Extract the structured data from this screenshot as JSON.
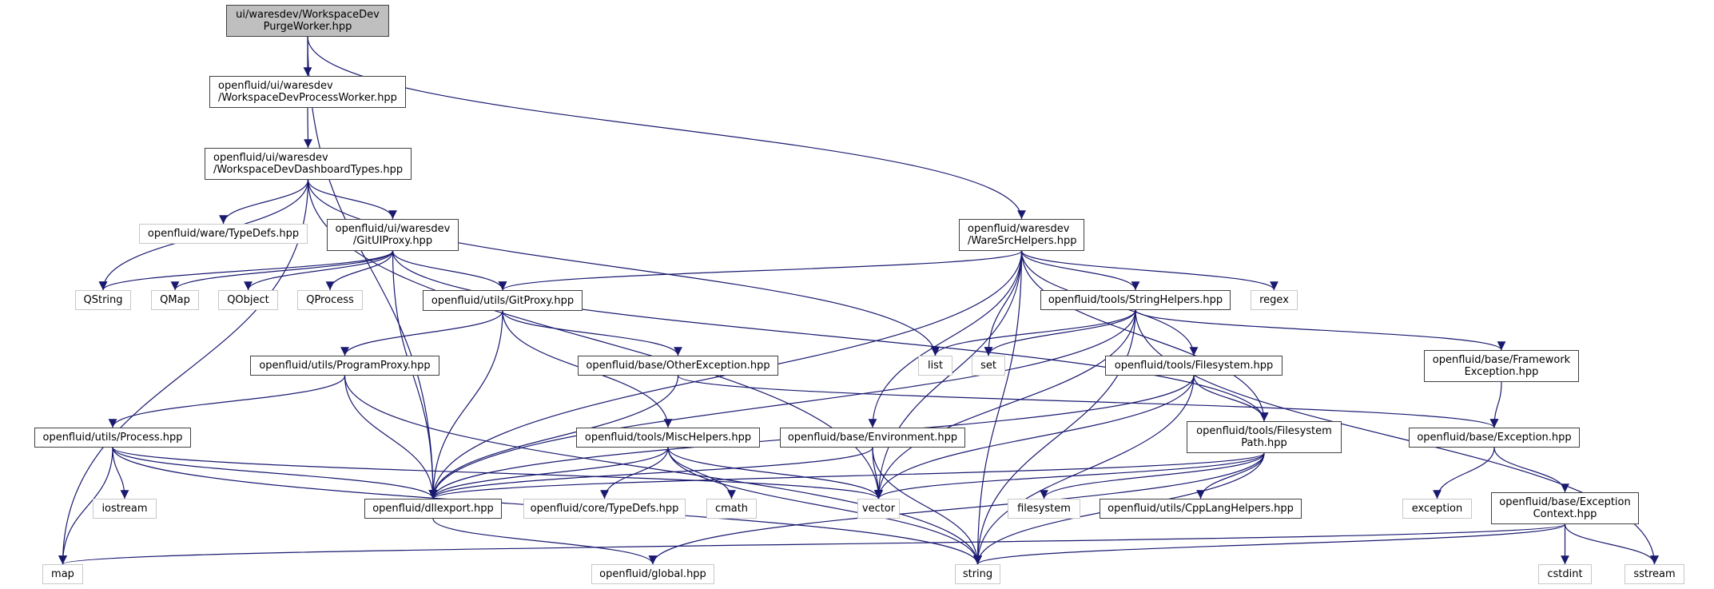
{
  "title": "Include dependency graph for ui/waresdev/WorkspaceDevPurgeWorker.hpp",
  "colors": {
    "edge": "#191970",
    "root_fill": "#bfbfbf",
    "doc_border": "#404040",
    "ext_border": "#c8c8c8"
  },
  "nodes": [
    {
      "id": "root",
      "label": "ui/waresdev/WorkspaceDev\nPurgeWorker.hpp",
      "kind": "root"
    },
    {
      "id": "processWorker",
      "label": "openfluid/ui/waresdev\n/WorkspaceDevProcessWorker.hpp",
      "kind": "doc"
    },
    {
      "id": "dashboardTypes",
      "label": "openfluid/ui/waresdev\n/WorkspaceDevDashboardTypes.hpp",
      "kind": "doc"
    },
    {
      "id": "wareTypeDefs",
      "label": "openfluid/ware/TypeDefs.hpp",
      "kind": "ext"
    },
    {
      "id": "gitUIProxy",
      "label": "openfluid/ui/waresdev\n/GitUIProxy.hpp",
      "kind": "doc"
    },
    {
      "id": "wareSrcHelpers",
      "label": "openfluid/waresdev\n/WareSrcHelpers.hpp",
      "kind": "doc"
    },
    {
      "id": "QString",
      "label": "QString",
      "kind": "ext"
    },
    {
      "id": "QMap",
      "label": "QMap",
      "kind": "ext"
    },
    {
      "id": "QObject",
      "label": "QObject",
      "kind": "ext"
    },
    {
      "id": "QProcess",
      "label": "QProcess",
      "kind": "ext"
    },
    {
      "id": "gitProxy",
      "label": "openfluid/utils/GitProxy.hpp",
      "kind": "doc"
    },
    {
      "id": "stringHelpers",
      "label": "openfluid/tools/StringHelpers.hpp",
      "kind": "doc"
    },
    {
      "id": "regex",
      "label": "regex",
      "kind": "ext"
    },
    {
      "id": "programProxy",
      "label": "openfluid/utils/ProgramProxy.hpp",
      "kind": "doc"
    },
    {
      "id": "otherException",
      "label": "openfluid/base/OtherException.hpp",
      "kind": "doc"
    },
    {
      "id": "list",
      "label": "list",
      "kind": "ext"
    },
    {
      "id": "set",
      "label": "set",
      "kind": "ext"
    },
    {
      "id": "filesystem",
      "label": "openfluid/tools/Filesystem.hpp",
      "kind": "doc"
    },
    {
      "id": "frameworkException",
      "label": "openfluid/base/Framework\nException.hpp",
      "kind": "doc"
    },
    {
      "id": "process",
      "label": "openfluid/utils/Process.hpp",
      "kind": "doc"
    },
    {
      "id": "miscHelpers",
      "label": "openfluid/tools/MiscHelpers.hpp",
      "kind": "doc"
    },
    {
      "id": "environment",
      "label": "openfluid/base/Environment.hpp",
      "kind": "doc"
    },
    {
      "id": "filesystemPath",
      "label": "openfluid/tools/Filesystem\nPath.hpp",
      "kind": "doc"
    },
    {
      "id": "exception",
      "label": "openfluid/base/Exception.hpp",
      "kind": "doc"
    },
    {
      "id": "iostream",
      "label": "iostream",
      "kind": "ext"
    },
    {
      "id": "dllexport",
      "label": "openfluid/dllexport.hpp",
      "kind": "doc"
    },
    {
      "id": "coreTypeDefs",
      "label": "openfluid/core/TypeDefs.hpp",
      "kind": "ext"
    },
    {
      "id": "cmath",
      "label": "cmath",
      "kind": "ext"
    },
    {
      "id": "vector",
      "label": "vector",
      "kind": "ext"
    },
    {
      "id": "filesystemStd",
      "label": "filesystem",
      "kind": "ext"
    },
    {
      "id": "cppLangHelpers",
      "label": "openfluid/utils/CppLangHelpers.hpp",
      "kind": "doc"
    },
    {
      "id": "exceptionStd",
      "label": "exception",
      "kind": "ext"
    },
    {
      "id": "exceptionContext",
      "label": "openfluid/base/Exception\nContext.hpp",
      "kind": "doc"
    },
    {
      "id": "map",
      "label": "map",
      "kind": "ext"
    },
    {
      "id": "global",
      "label": "openfluid/global.hpp",
      "kind": "ext"
    },
    {
      "id": "string",
      "label": "string",
      "kind": "ext"
    },
    {
      "id": "cstdint",
      "label": "cstdint",
      "kind": "ext"
    },
    {
      "id": "sstream",
      "label": "sstream",
      "kind": "ext"
    }
  ],
  "edges": [
    [
      "root",
      "processWorker"
    ],
    [
      "root",
      "dllexport"
    ],
    [
      "root",
      "wareSrcHelpers"
    ],
    [
      "processWorker",
      "dashboardTypes"
    ],
    [
      "dashboardTypes",
      "wareTypeDefs"
    ],
    [
      "dashboardTypes",
      "gitUIProxy"
    ],
    [
      "dashboardTypes",
      "QString"
    ],
    [
      "dashboardTypes",
      "map"
    ],
    [
      "dashboardTypes",
      "list"
    ],
    [
      "dashboardTypes",
      "vector"
    ],
    [
      "gitUIProxy",
      "QString"
    ],
    [
      "gitUIProxy",
      "QMap"
    ],
    [
      "gitUIProxy",
      "QObject"
    ],
    [
      "gitUIProxy",
      "QProcess"
    ],
    [
      "gitUIProxy",
      "gitProxy"
    ],
    [
      "gitUIProxy",
      "dllexport"
    ],
    [
      "gitUIProxy",
      "filesystemPath"
    ],
    [
      "wareSrcHelpers",
      "gitProxy"
    ],
    [
      "wareSrcHelpers",
      "dllexport"
    ],
    [
      "wareSrcHelpers",
      "stringHelpers"
    ],
    [
      "wareSrcHelpers",
      "regex"
    ],
    [
      "wareSrcHelpers",
      "set"
    ],
    [
      "wareSrcHelpers",
      "environment"
    ],
    [
      "wareSrcHelpers",
      "vector"
    ],
    [
      "wareSrcHelpers",
      "filesystem"
    ],
    [
      "wareSrcHelpers",
      "filesystemPath"
    ],
    [
      "wareSrcHelpers",
      "string"
    ],
    [
      "gitProxy",
      "programProxy"
    ],
    [
      "gitProxy",
      "otherException"
    ],
    [
      "gitProxy",
      "miscHelpers"
    ],
    [
      "gitProxy",
      "dllexport"
    ],
    [
      "stringHelpers",
      "list"
    ],
    [
      "stringHelpers",
      "set"
    ],
    [
      "stringHelpers",
      "frameworkException"
    ],
    [
      "stringHelpers",
      "vector"
    ],
    [
      "stringHelpers",
      "string"
    ],
    [
      "stringHelpers",
      "dllexport"
    ],
    [
      "stringHelpers",
      "sstream"
    ],
    [
      "programProxy",
      "process"
    ],
    [
      "programProxy",
      "dllexport"
    ],
    [
      "programProxy",
      "string"
    ],
    [
      "otherException",
      "exception"
    ],
    [
      "otherException",
      "dllexport"
    ],
    [
      "filesystem",
      "filesystemPath"
    ],
    [
      "filesystem",
      "dllexport"
    ],
    [
      "filesystem",
      "vector"
    ],
    [
      "filesystem",
      "string"
    ],
    [
      "frameworkException",
      "exception"
    ],
    [
      "process",
      "dllexport"
    ],
    [
      "process",
      "iostream"
    ],
    [
      "process",
      "map"
    ],
    [
      "process",
      "vector"
    ],
    [
      "process",
      "string"
    ],
    [
      "miscHelpers",
      "dllexport"
    ],
    [
      "miscHelpers",
      "coreTypeDefs"
    ],
    [
      "miscHelpers",
      "cmath"
    ],
    [
      "miscHelpers",
      "vector"
    ],
    [
      "miscHelpers",
      "string"
    ],
    [
      "environment",
      "dllexport"
    ],
    [
      "environment",
      "vector"
    ],
    [
      "environment",
      "string"
    ],
    [
      "filesystemPath",
      "dllexport"
    ],
    [
      "filesystemPath",
      "vector"
    ],
    [
      "filesystemPath",
      "filesystemStd"
    ],
    [
      "filesystemPath",
      "cppLangHelpers"
    ],
    [
      "filesystemPath",
      "string"
    ],
    [
      "filesystemPath",
      "global"
    ],
    [
      "exception",
      "exceptionStd"
    ],
    [
      "exception",
      "exceptionContext"
    ],
    [
      "exceptionContext",
      "map"
    ],
    [
      "exceptionContext",
      "string"
    ],
    [
      "exceptionContext",
      "cstdint"
    ],
    [
      "exceptionContext",
      "sstream"
    ],
    [
      "dllexport",
      "global"
    ]
  ]
}
